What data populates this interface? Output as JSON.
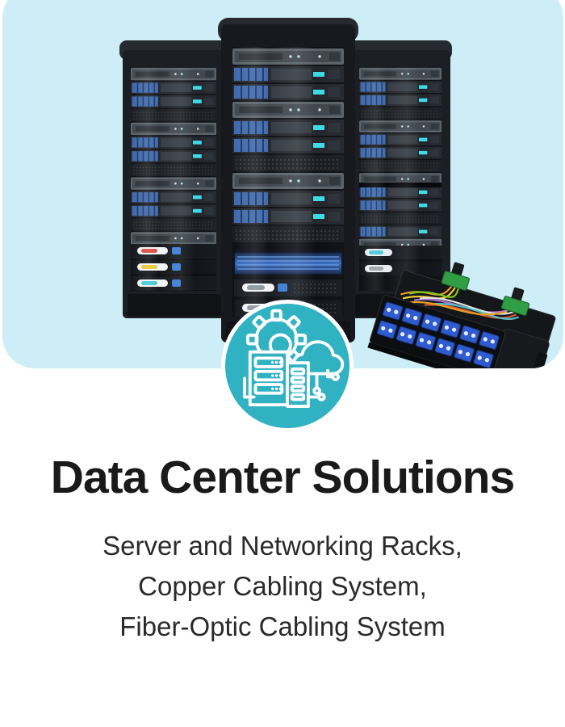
{
  "card": {
    "title": "Data Center Solutions",
    "description_lines": [
      "Server and Networking Racks,",
      "Copper Cabling System,",
      "Fiber-Optic Cabling System"
    ]
  },
  "hero": {
    "illustration": "three-server-racks-with-fiber-patch-panel",
    "badge_icon": "server-cloud-gear-icon"
  },
  "colors": {
    "page_bg": "#ffffff",
    "hero_bg": "#cdeef7",
    "badge": "#31b2c3",
    "badge_ring": "#ffffff",
    "icon_stroke": "#ffffff",
    "title": "#1a1a1a",
    "description": "#2a2a2a"
  }
}
